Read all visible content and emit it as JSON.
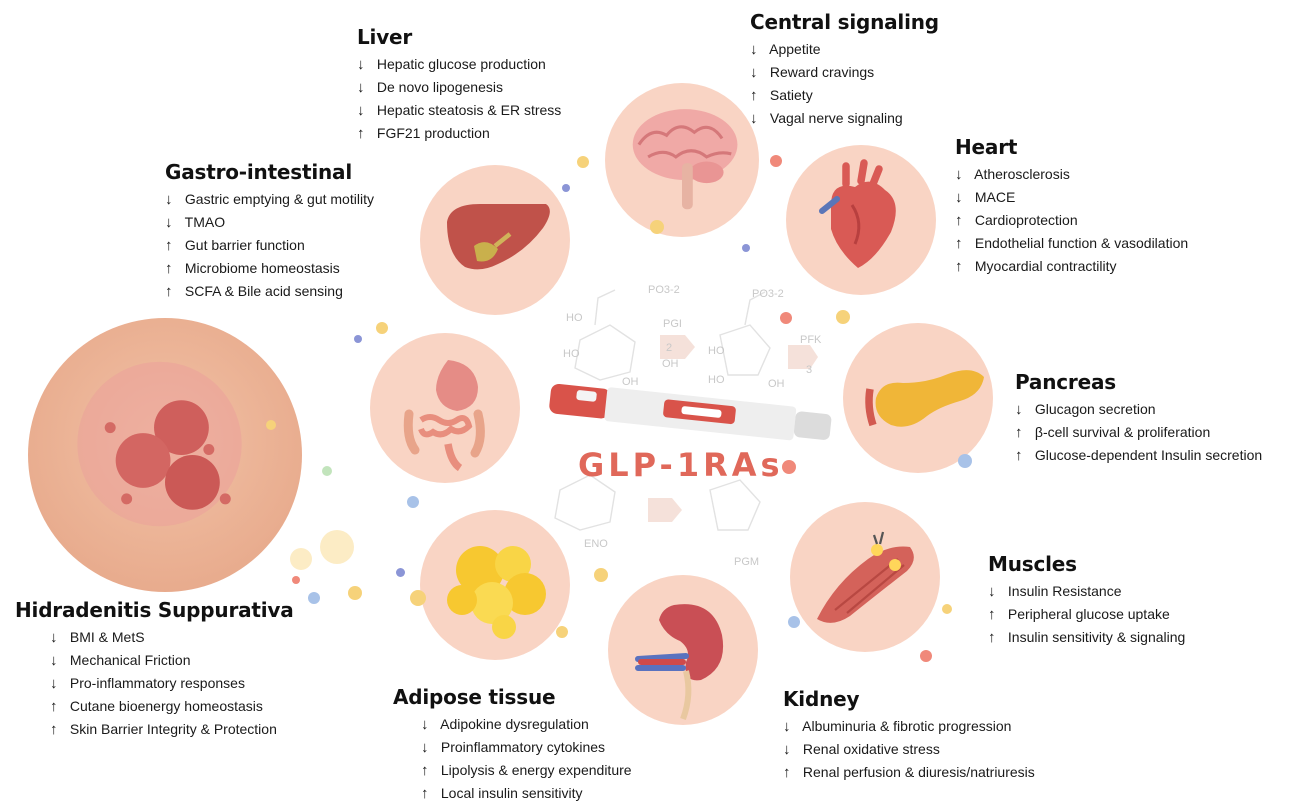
{
  "center": {
    "drug_label": "GLP-1RAs",
    "molecule_labels": [
      "PO3-2",
      "PO3-2",
      "HO",
      "HO",
      "HO",
      "OH",
      "OH",
      "HO",
      "OH",
      "PGI",
      "PFK",
      "ENO",
      "PGM",
      "2",
      "3"
    ]
  },
  "groups": {
    "liver": {
      "title": "Liver",
      "items": [
        {
          "arrow": "↓",
          "text": "Hepatic glucose production"
        },
        {
          "arrow": "↓",
          "text": "De novo lipogenesis"
        },
        {
          "arrow": "↓",
          "text": "Hepatic steatosis & ER stress"
        },
        {
          "arrow": "↑",
          "text": "FGF21 production"
        }
      ]
    },
    "central": {
      "title": "Central signaling",
      "items": [
        {
          "arrow": "↓",
          "text": "Appetite"
        },
        {
          "arrow": "↓",
          "text": "Reward cravings"
        },
        {
          "arrow": "↑",
          "text": "Satiety"
        },
        {
          "arrow": "↓",
          "text": "Vagal nerve signaling"
        }
      ]
    },
    "heart": {
      "title": "Heart",
      "items": [
        {
          "arrow": "↓",
          "text": "Atherosclerosis"
        },
        {
          "arrow": "↓",
          "text": "MACE"
        },
        {
          "arrow": "↑",
          "text": "Cardioprotection"
        },
        {
          "arrow": "↑",
          "text": "Endothelial function & vasodilation"
        },
        {
          "arrow": "↑",
          "text": "Myocardial contractility"
        }
      ]
    },
    "gi": {
      "title": "Gastro-intestinal",
      "items": [
        {
          "arrow": "↓",
          "text": "Gastric emptying & gut motility"
        },
        {
          "arrow": "↓",
          "text": "TMAO"
        },
        {
          "arrow": "↑",
          "text": "Gut barrier function"
        },
        {
          "arrow": "↑",
          "text": "Microbiome homeostasis"
        },
        {
          "arrow": "↑",
          "text": "SCFA & Bile acid sensing"
        }
      ]
    },
    "pancreas": {
      "title": "Pancreas",
      "items": [
        {
          "arrow": "↓",
          "text": "Glucagon secretion"
        },
        {
          "arrow": "↑",
          "text": "β-cell survival & proliferation"
        },
        {
          "arrow": "↑",
          "text": "Glucose-dependent Insulin secretion"
        }
      ]
    },
    "muscles": {
      "title": "Muscles",
      "items": [
        {
          "arrow": "↓",
          "text": "Insulin Resistance"
        },
        {
          "arrow": "↑",
          "text": "Peripheral glucose uptake"
        },
        {
          "arrow": "↑",
          "text": "Insulin sensitivity & signaling"
        }
      ]
    },
    "hs": {
      "title": "Hidradenitis Suppurativa",
      "items": [
        {
          "arrow": "↓",
          "text": "BMI & MetS"
        },
        {
          "arrow": "↓",
          "text": "Mechanical Friction"
        },
        {
          "arrow": "↓",
          "text": "Pro-inflammatory responses"
        },
        {
          "arrow": "↑",
          "text": "Cutane bioenergy homeostasis"
        },
        {
          "arrow": "↑",
          "text": "Skin Barrier Integrity & Protection"
        }
      ]
    },
    "adipose": {
      "title": "Adipose tissue",
      "items": [
        {
          "arrow": "↓",
          "text": "Adipokine dysregulation"
        },
        {
          "arrow": "↓",
          "text": "Proinflammatory cytokines"
        },
        {
          "arrow": "↑",
          "text": "Lipolysis & energy expenditure"
        },
        {
          "arrow": "↑",
          "text": "Local insulin sensitivity"
        }
      ]
    },
    "kidney": {
      "title": "Kidney",
      "items": [
        {
          "arrow": "↓",
          "text": "Albuminuria & fibrotic progression"
        },
        {
          "arrow": "↓",
          "text": "Renal oxidative stress"
        },
        {
          "arrow": "↑",
          "text": "Renal perfusion & diuresis/natriuresis"
        }
      ]
    }
  },
  "colors": {
    "organ_circle": "#f9d4c4",
    "drug_label": "#e0685a",
    "pen_body": "#d9534a",
    "text": "#1a1a1a"
  }
}
